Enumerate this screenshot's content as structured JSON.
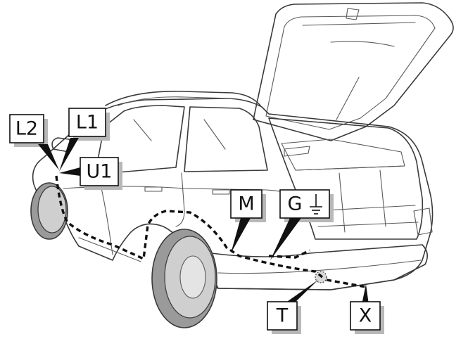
{
  "colors": {
    "outline": "#3a3a3a",
    "body_fill": "#f2f2f2",
    "glass_fill": "#e4e4e4",
    "tire_fill": "#cfcfcf",
    "interior_fill": "#d9d9d9",
    "shadow": "#b8b8b8",
    "wire": "#111111"
  },
  "callouts": {
    "l2": {
      "label": "L2"
    },
    "l1": {
      "label": "L1"
    },
    "u1": {
      "label": "U1"
    },
    "m": {
      "label": "M"
    },
    "g": {
      "label": "G",
      "icon": "ground-icon"
    },
    "t": {
      "label": "T"
    },
    "x": {
      "label": "X"
    }
  }
}
